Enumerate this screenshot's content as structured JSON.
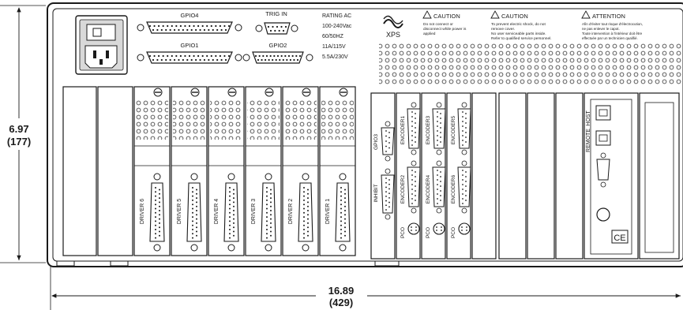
{
  "dimensions": {
    "height_in": "6.97",
    "height_mm": "(177)",
    "width_in": "16.89",
    "width_mm": "(429)"
  },
  "connectors": {
    "gpio4": "GPIO4",
    "gpio1": "GPIO1",
    "trig_in": "TRIG IN",
    "gpio2": "GPIO2",
    "gpio3": "GPIO3",
    "inhibit": "INHIBIT",
    "host": "HOST",
    "remote": "REMOTE"
  },
  "rating": [
    "RATING AC",
    "100-240Vac",
    "60/50HZ",
    "11A/115V",
    "5.5A/230V"
  ],
  "logo": "XPS",
  "caution1": {
    "title": "CAUTION",
    "lines": [
      "Do not connect or",
      "disconnect while power is",
      "applied"
    ]
  },
  "caution2": {
    "title": "CAUTION",
    "lines": [
      "To prevent electric shock, do not",
      "remove cover.",
      "No user serviceable parts inside.",
      "Refer to qualified service personnel."
    ]
  },
  "attention": {
    "title": "ATTENTION",
    "lines": [
      "Afin d'éviter tout risque d'électrocution,",
      "ne pas enlever le capot.",
      "Toute intervention à l'intérieur doit être",
      "effectuée par un technicien qualifié."
    ]
  },
  "drivers": [
    "DRIVER 6",
    "DRIVER 5",
    "DRIVER 4",
    "DRIVER 3",
    "DRIVER 2",
    "DRIVER 1"
  ],
  "encoders": [
    "ENCODER1",
    "ENCODER2",
    "ENCODER3",
    "ENCODER4",
    "ENCODER5",
    "ENCODER6"
  ],
  "pco": [
    "PCO",
    "PCO",
    "PCO"
  ],
  "ce_mark": "CE"
}
